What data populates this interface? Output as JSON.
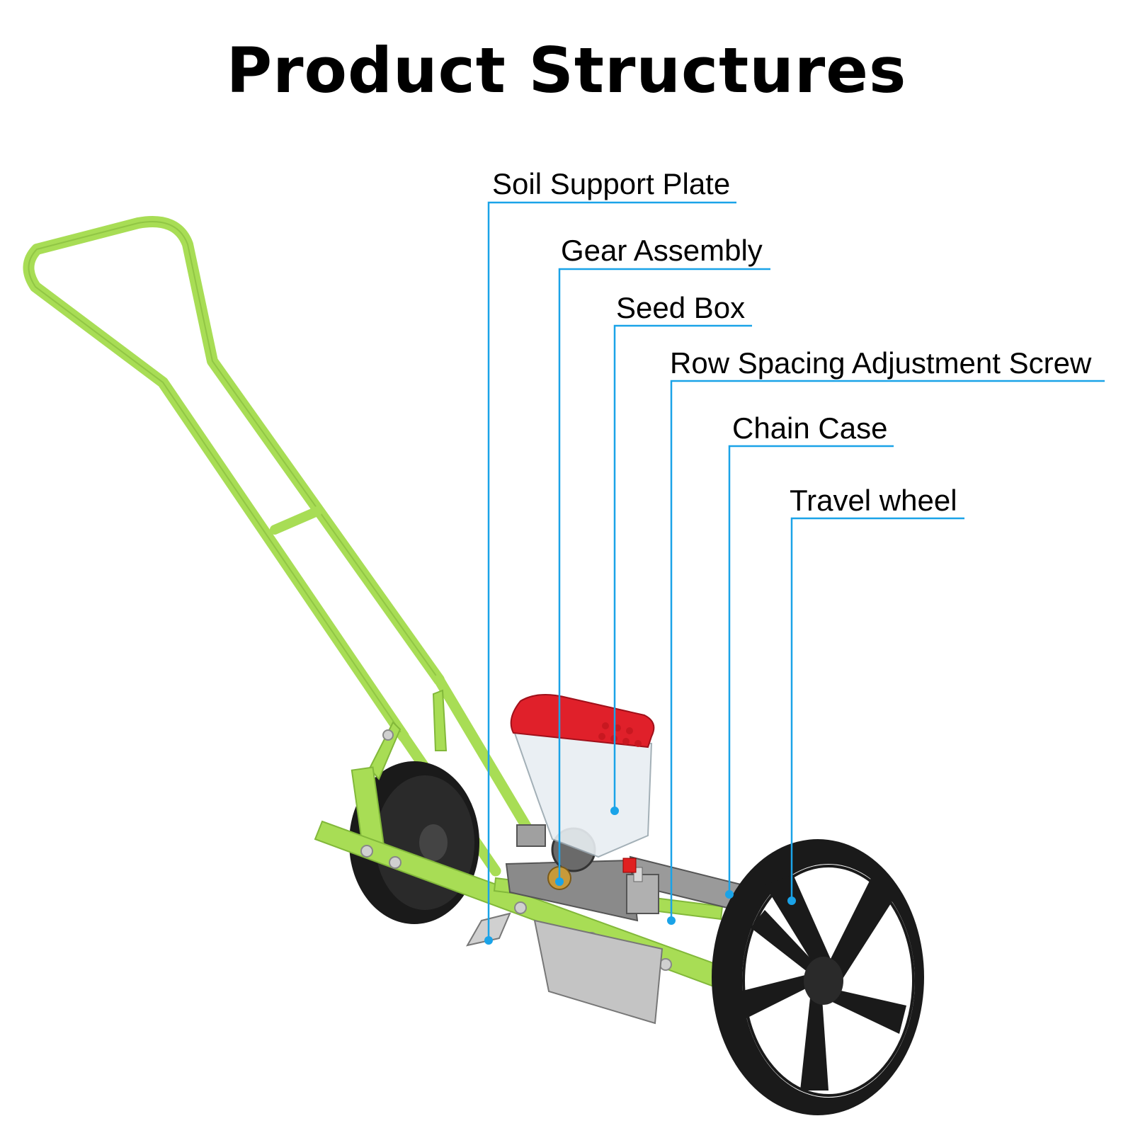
{
  "title": "Product Structures",
  "colors": {
    "leader_line": "#1aa3e8",
    "frame": "#a8dd55",
    "frame_dark": "#82b83a",
    "wheel": "#1a1a1a",
    "hopper_lid": "#e0202a",
    "metal": "#b8b8b8"
  },
  "callouts": [
    {
      "id": "soil-support-plate",
      "label": "Soil Support Plate"
    },
    {
      "id": "gear-assembly",
      "label": "Gear Assembly"
    },
    {
      "id": "seed-box",
      "label": "Seed Box"
    },
    {
      "id": "row-spacing-adjustment-screw",
      "label": "Row Spacing Adjustment Screw"
    },
    {
      "id": "chain-case",
      "label": "Chain Case"
    },
    {
      "id": "travel-wheel",
      "label": "Travel wheel"
    }
  ]
}
